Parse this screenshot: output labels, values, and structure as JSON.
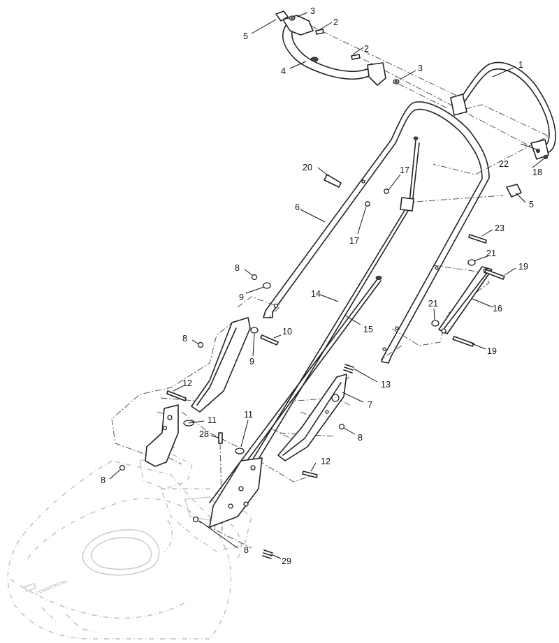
{
  "callouts": [
    "1",
    "2",
    "2",
    "3",
    "3",
    "4",
    "5",
    "5",
    "6",
    "7",
    "8",
    "8",
    "8",
    "8",
    "8",
    "9",
    "9",
    "10",
    "11",
    "11",
    "12",
    "12",
    "13",
    "14",
    "15",
    "16",
    "17",
    "17",
    "18",
    "19",
    "19",
    "20",
    "21",
    "21",
    "22",
    "23",
    "28",
    "29"
  ],
  "deck_text": "COMMERCIAL"
}
